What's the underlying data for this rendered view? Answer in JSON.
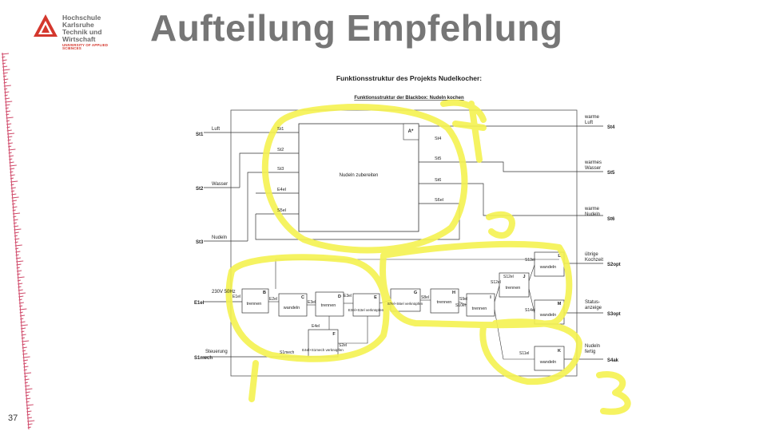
{
  "logo": {
    "line1": "Hochschule Karlsruhe",
    "line2": "Technik und Wirtschaft",
    "line3": "UNIVERSITY OF APPLIED SCIENCES"
  },
  "slide": {
    "title": "Aufteilung Empfehlung",
    "page_number": "37"
  },
  "diagram": {
    "title": "Funktionsstruktur des Projekts Nudelkocher:",
    "subtitle": "Funktionsstruktur der Blackbox: Nudeln kochen",
    "main_block": {
      "label": "Nudeln zubereiten",
      "tag": "A*"
    },
    "inputs": [
      {
        "id": "St1",
        "line_label": "Luft"
      },
      {
        "id": "St2",
        "line_label": "Wasser"
      },
      {
        "id": "St3",
        "line_label": "Nudeln"
      },
      {
        "id": "E1el",
        "line_label": "230V 50Hz"
      },
      {
        "id": "S1mech",
        "line_label": "Steuerung"
      }
    ],
    "outputs": [
      {
        "id": "St4",
        "line_label": [
          "warme",
          "Luft"
        ]
      },
      {
        "id": "St5",
        "line_label": [
          "warmes",
          "Wasser"
        ]
      },
      {
        "id": "St6",
        "line_label": [
          "warme",
          "Nudeln"
        ]
      },
      {
        "id": "S2opt",
        "line_label": [
          "übrige",
          "Kochzeit"
        ]
      },
      {
        "id": "S3opt",
        "line_label": [
          "Status-",
          "anzeige"
        ]
      },
      {
        "id": "S4ak",
        "line_label": [
          "Nudeln",
          "fertig"
        ]
      }
    ],
    "main_in_signals": [
      "St1",
      "St2",
      "St3",
      "E4el",
      "S5el"
    ],
    "main_out_signals": [
      "St4",
      "St5",
      "St6",
      "S6el"
    ],
    "blocks": [
      {
        "tag": "B",
        "label": "trennen"
      },
      {
        "tag": "C",
        "label": "wandeln"
      },
      {
        "tag": "D",
        "label": "trennen"
      },
      {
        "tag": "E",
        "label": "E3el+S3el verknüpfen"
      },
      {
        "tag": "F",
        "label": "E4el+S1mech verknüpfen"
      },
      {
        "tag": "G",
        "label": "S7el+S6el verknüpfen"
      },
      {
        "tag": "H",
        "label": "trennen"
      },
      {
        "tag": "I",
        "label": "trennen"
      },
      {
        "tag": "J",
        "label": "trennen"
      },
      {
        "tag": "K",
        "label": "wandeln"
      },
      {
        "tag": "L",
        "label": "wandeln"
      },
      {
        "tag": "M",
        "label": "wandeln"
      }
    ],
    "edge_labels": [
      "E1el",
      "E2el",
      "E3el",
      "E3el",
      "E4el",
      "S1mech",
      "S2el",
      "S8el",
      "S9el",
      "S10el",
      "S11el",
      "S12el",
      "S12el",
      "S13el",
      "S14el"
    ],
    "colors": {
      "highlight": "#f5f250",
      "lines": "#333333",
      "deco": "#d04a6a"
    }
  }
}
